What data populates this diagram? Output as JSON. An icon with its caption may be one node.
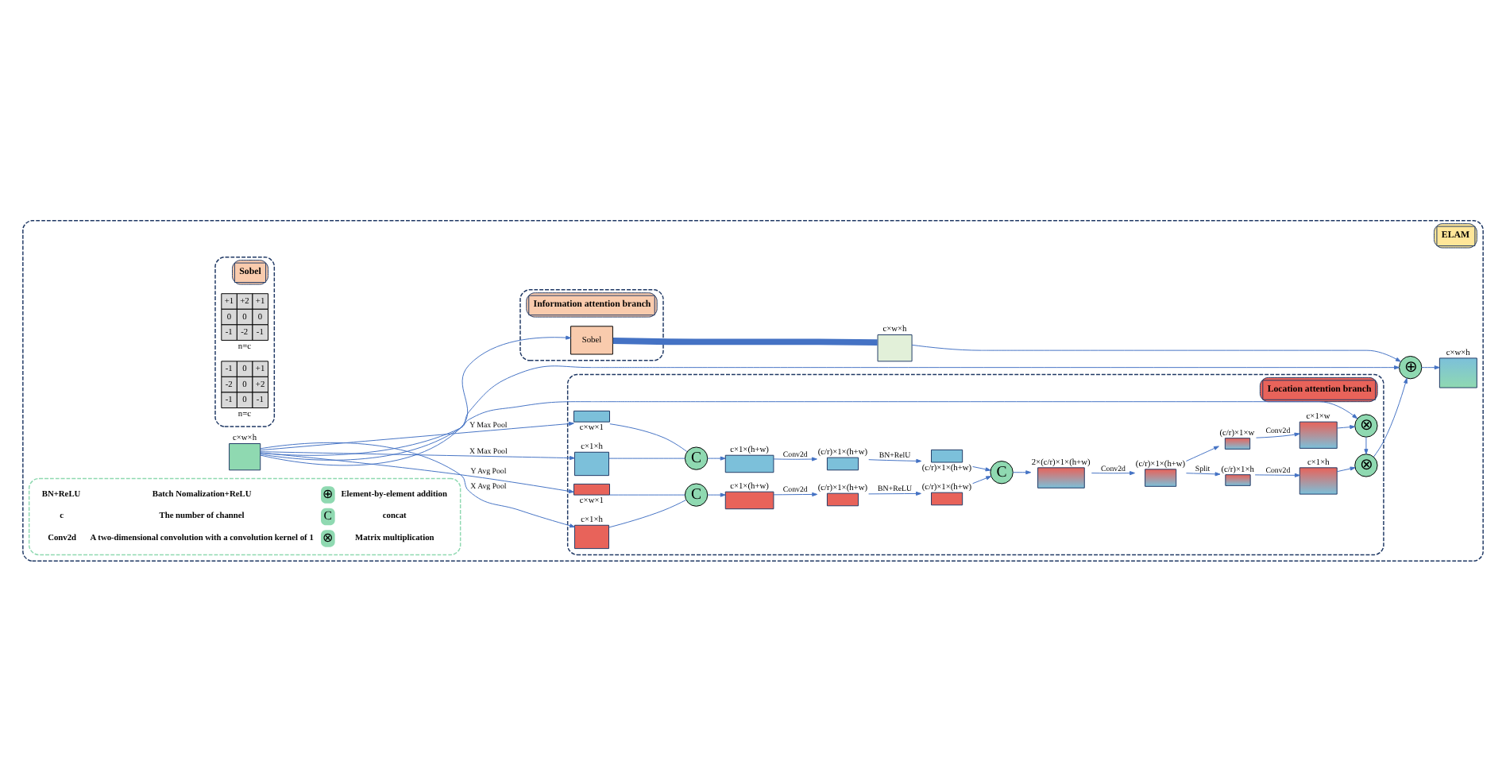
{
  "diagram": {
    "nodes": [
      {
        "text": [
          "ELAM"
        ]
      },
      {
        "text": [
          "Location attention branch"
        ],
        "in": 0
      },
      {
        "text": [],
        "shape": "box",
        "beside": [
          "c×w×h"
        ],
        "in": 0
      },
      {
        "text": [],
        "shape": "box",
        "beside": [
          "c×1×h"
        ],
        "in": 1
      },
      {
        "text": [],
        "shape": "box",
        "beside": [
          "c×w×1"
        ],
        "in": 1
      },
      {
        "text": [],
        "shape": "box",
        "beside": [
          "c×1×h"
        ],
        "in": 1
      },
      {
        "text": [],
        "shape": "box",
        "beside": [
          "c×w×1"
        ],
        "in": 1
      },
      {
        "text": [
          "C"
        ],
        "in": 1
      },
      {
        "text": [
          "C"
        ],
        "in": 1
      },
      {
        "text": [],
        "shape": "box",
        "beside": [
          "c×1×(h+w)"
        ],
        "in": 1
      },
      {
        "text": [],
        "shape": "box",
        "beside": [
          "c×1×(h+w)"
        ],
        "in": 1
      },
      {
        "text": [],
        "shape": "box",
        "beside": [
          "(c/r)×1×(h+w)"
        ],
        "in": 1
      },
      {
        "text": [],
        "shape": "box",
        "beside": [
          "(c/r)×1×(h+w)"
        ],
        "in": 1
      },
      {
        "text": [],
        "shape": "box",
        "beside": [
          "(c/r)×1×(h+w)"
        ],
        "in": 1
      },
      {
        "text": [],
        "shape": "box",
        "beside": [
          "(c/r)×1×(h+w)"
        ],
        "in": 1
      },
      {
        "text": [
          "C"
        ],
        "in": 1
      },
      {
        "text": [],
        "shape": "box",
        "beside": [
          "2×(c/r)×1×(h+w)"
        ],
        "in": 1
      },
      {
        "text": [],
        "shape": "box",
        "beside": [
          "(c/r)×1×(h+w)"
        ],
        "in": 1
      },
      {
        "text": [],
        "shape": "box",
        "beside": [
          "(c/r)×1×h"
        ],
        "in": 1
      },
      {
        "text": [],
        "shape": "box",
        "beside": [
          "(c/r)×1×w"
        ],
        "in": 1
      },
      {
        "text": [],
        "shape": "box",
        "beside": [
          "c×1×h"
        ],
        "in": 1
      },
      {
        "text": [],
        "shape": "box",
        "beside": [
          "c×1×w"
        ],
        "in": 1
      },
      {
        "text": [
          "⊗"
        ],
        "in": 1
      },
      {
        "text": [
          "⊗"
        ],
        "in": 1
      },
      {
        "text": [
          "⊕"
        ],
        "in": 0
      },
      {
        "text": [],
        "shape": "box",
        "beside": [
          "c×w×h"
        ],
        "in": 0
      },
      {
        "text": [
          "Information attention branch"
        ],
        "in": 0
      },
      {
        "text": [
          "Sobel"
        ],
        "in": 26
      },
      {
        "text": [],
        "shape": "box",
        "beside": [
          "c×w×h"
        ],
        "in": 0
      },
      {
        "text": [
          "Sobel"
        ],
        "in": 0
      }
    ],
    "edges": [
      {
        "from": 2,
        "to": 3,
        "arrow": "to",
        "label": "X Avg Pool"
      },
      {
        "from": 2,
        "to": 4,
        "arrow": "to",
        "label": "Y Avg Pool"
      },
      {
        "from": 2,
        "to": 5,
        "arrow": "to",
        "label": "X Max Pool"
      },
      {
        "from": 2,
        "to": 6,
        "arrow": "to",
        "label": "Y Max Pool"
      },
      {
        "from": 3,
        "to": 7,
        "arrow": "none"
      },
      {
        "from": 4,
        "to": 7,
        "arrow": "none"
      },
      {
        "from": 5,
        "to": 8,
        "arrow": "none"
      },
      {
        "from": 6,
        "to": 8,
        "arrow": "none"
      },
      {
        "from": 7,
        "to": 9,
        "arrow": "to"
      },
      {
        "from": 8,
        "to": 10,
        "arrow": "to"
      },
      {
        "from": 9,
        "to": 11,
        "arrow": "to",
        "label": "Conv2d"
      },
      {
        "from": 10,
        "to": 12,
        "arrow": "to",
        "label": "Conv2d"
      },
      {
        "from": 11,
        "to": 13,
        "arrow": "to",
        "label": "BN+ReLU"
      },
      {
        "from": 12,
        "to": 14,
        "arrow": "to",
        "label": "BN+RelU"
      },
      {
        "from": 13,
        "to": 15,
        "arrow": "to"
      },
      {
        "from": 14,
        "to": 15,
        "arrow": "to"
      },
      {
        "from": 15,
        "to": 16,
        "arrow": "to"
      },
      {
        "from": 16,
        "to": 17,
        "arrow": "to",
        "label": "Conv2d"
      },
      {
        "from": 17,
        "to": 18,
        "arrow": "to",
        "label": "Split"
      },
      {
        "from": 17,
        "to": 19,
        "arrow": "to"
      },
      {
        "from": 18,
        "to": 20,
        "arrow": "to",
        "label": "Conv2d"
      },
      {
        "from": 19,
        "to": 21,
        "arrow": "to",
        "label": "Conv2d"
      },
      {
        "from": 20,
        "to": 22,
        "arrow": "to"
      },
      {
        "from": 21,
        "to": 23,
        "arrow": "to"
      },
      {
        "from": 23,
        "to": 22,
        "arrow": "to"
      },
      {
        "from": 2,
        "to": 23,
        "arrow": "to"
      },
      {
        "from": 22,
        "to": 24,
        "arrow": "to"
      },
      {
        "from": 2,
        "to": 24,
        "arrow": "to"
      },
      {
        "from": 28,
        "to": 24,
        "arrow": "to"
      },
      {
        "from": 24,
        "to": 25,
        "arrow": "to"
      },
      {
        "from": 2,
        "to": 27,
        "arrow": "to"
      },
      {
        "from": 27,
        "to": 28,
        "arrow": "none",
        "style": "thick"
      }
    ],
    "labels": [
      "+1",
      "+2",
      "+1",
      "0",
      "0",
      "0",
      "-1",
      "-2",
      "-1",
      "n=c",
      "-1",
      "0",
      "+1",
      "-2",
      "0",
      "+2",
      "-1",
      "0",
      "-1",
      "n=c",
      "BN+ReLU",
      "Batch Nomalization+ReLU",
      "⊕",
      "c",
      "The number of channel",
      "C",
      "Conv2d",
      "A two-dimensional convolution with a convolution kernel of 1",
      "⊗"
    ],
    "legend": [
      {
        "text": "Element-by-element addition"
      },
      {
        "text": "concat"
      },
      {
        "text": "Matrix multiplication"
      }
    ]
  }
}
